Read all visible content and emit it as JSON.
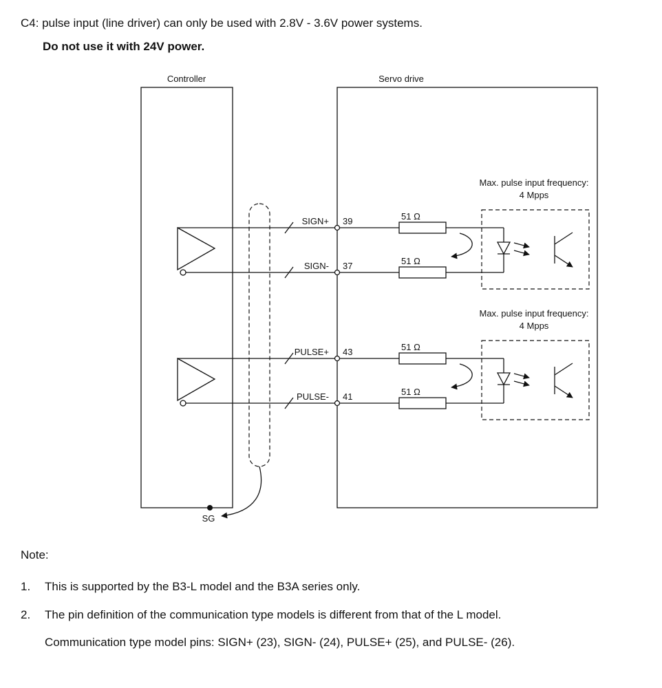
{
  "header": {
    "line1": "C4: pulse input (line driver) can only be used with 2.8V - 3.6V power systems.",
    "line2": "Do not use it with 24V power."
  },
  "diagram": {
    "controller_label": "Controller",
    "servo_label": "Servo drive",
    "sg_label": "SG",
    "channels": [
      {
        "freq_line1": "Max. pulse input frequency:",
        "freq_line2": "4 Mpps",
        "plus_label": "SIGN+",
        "plus_pin": "39",
        "plus_resistor": "51 Ω",
        "minus_label": "SIGN-",
        "minus_pin": "37",
        "minus_resistor": "51 Ω"
      },
      {
        "freq_line1": "Max. pulse input frequency:",
        "freq_line2": "4 Mpps",
        "plus_label": "PULSE+",
        "plus_pin": "43",
        "plus_resistor": "51 Ω",
        "minus_label": "PULSE-",
        "minus_pin": "41",
        "minus_resistor": "51 Ω"
      }
    ]
  },
  "notes": {
    "title": "Note:",
    "items": [
      {
        "num": "1.",
        "text": "This is supported by the B3-L model and the B3A series only."
      },
      {
        "num": "2.",
        "text": "The pin definition of the communication type models is different from that of the L model."
      },
      {
        "num": "",
        "text": "Communication type model pins: SIGN+ (23), SIGN- (24), PULSE+ (25), and PULSE- (26)."
      }
    ]
  },
  "colors": {
    "ink": "#111111",
    "background": "#ffffff"
  }
}
